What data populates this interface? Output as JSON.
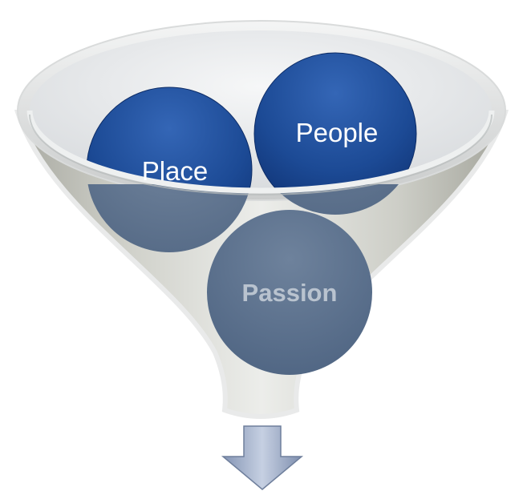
{
  "funnel": {
    "inputs": [
      {
        "key": "place",
        "label": "Place"
      },
      {
        "key": "people",
        "label": "People"
      },
      {
        "key": "passion",
        "label": "Passion"
      }
    ]
  },
  "colors": {
    "bubble_top": "#2a5aa8",
    "bubble_bottom": "#113a7e",
    "bubble_inside": "#5c7390",
    "passion_text": "#b9c3cf",
    "label_text": "#ffffff",
    "funnel_body": "#bcbcb4",
    "funnel_rim": "#e0e2e2",
    "arrow_fill": "#9fb0cc",
    "arrow_stroke": "#6f7f9c"
  },
  "arrow": {
    "icon": "down-arrow-icon"
  }
}
